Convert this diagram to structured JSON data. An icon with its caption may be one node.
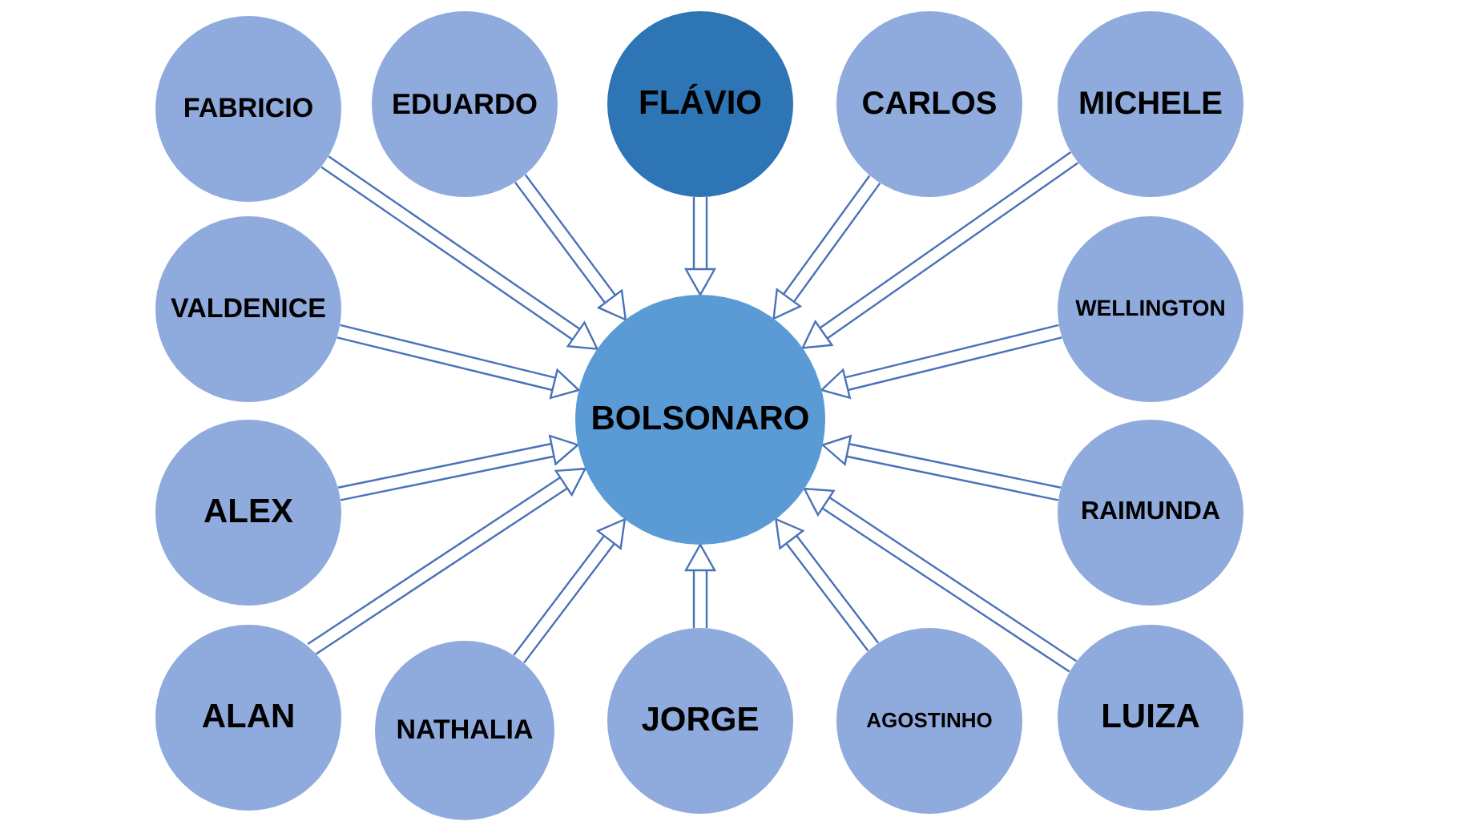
{
  "diagram": {
    "nodes": [
      {
        "text": [
          "FABRICIO"
        ]
      },
      {
        "text": [
          "EDUARDO"
        ]
      },
      {
        "text": [
          "FLÁVIO"
        ]
      },
      {
        "text": [
          "CARLOS"
        ]
      },
      {
        "text": [
          "MICHELE"
        ]
      },
      {
        "text": [
          "VALDENICE"
        ]
      },
      {
        "text": [
          "BOLSONARO"
        ]
      },
      {
        "text": [
          "WELLINGTON"
        ]
      },
      {
        "text": [
          "ALEX"
        ]
      },
      {
        "text": [
          "RAIMUNDA"
        ]
      },
      {
        "text": [
          "ALAN"
        ]
      },
      {
        "text": [
          "NATHALIA"
        ]
      },
      {
        "text": [
          "JORGE"
        ]
      },
      {
        "text": [
          "AGOSTINHO"
        ]
      },
      {
        "text": [
          "LUIZA"
        ]
      }
    ],
    "edges": [
      {
        "from": 0,
        "to": 6,
        "arrow": "to"
      },
      {
        "from": 1,
        "to": 6,
        "arrow": "to"
      },
      {
        "from": 2,
        "to": 6,
        "arrow": "to"
      },
      {
        "from": 3,
        "to": 6,
        "arrow": "to"
      },
      {
        "from": 4,
        "to": 6,
        "arrow": "to"
      },
      {
        "from": 5,
        "to": 6,
        "arrow": "to"
      },
      {
        "from": 7,
        "to": 6,
        "arrow": "to"
      },
      {
        "from": 8,
        "to": 6,
        "arrow": "to"
      },
      {
        "from": 9,
        "to": 6,
        "arrow": "to"
      },
      {
        "from": 10,
        "to": 6,
        "arrow": "to"
      },
      {
        "from": 11,
        "to": 6,
        "arrow": "to"
      },
      {
        "from": 12,
        "to": 6,
        "arrow": "to"
      },
      {
        "from": 13,
        "to": 6,
        "arrow": "to"
      },
      {
        "from": 14,
        "to": 6,
        "arrow": "to"
      }
    ]
  }
}
